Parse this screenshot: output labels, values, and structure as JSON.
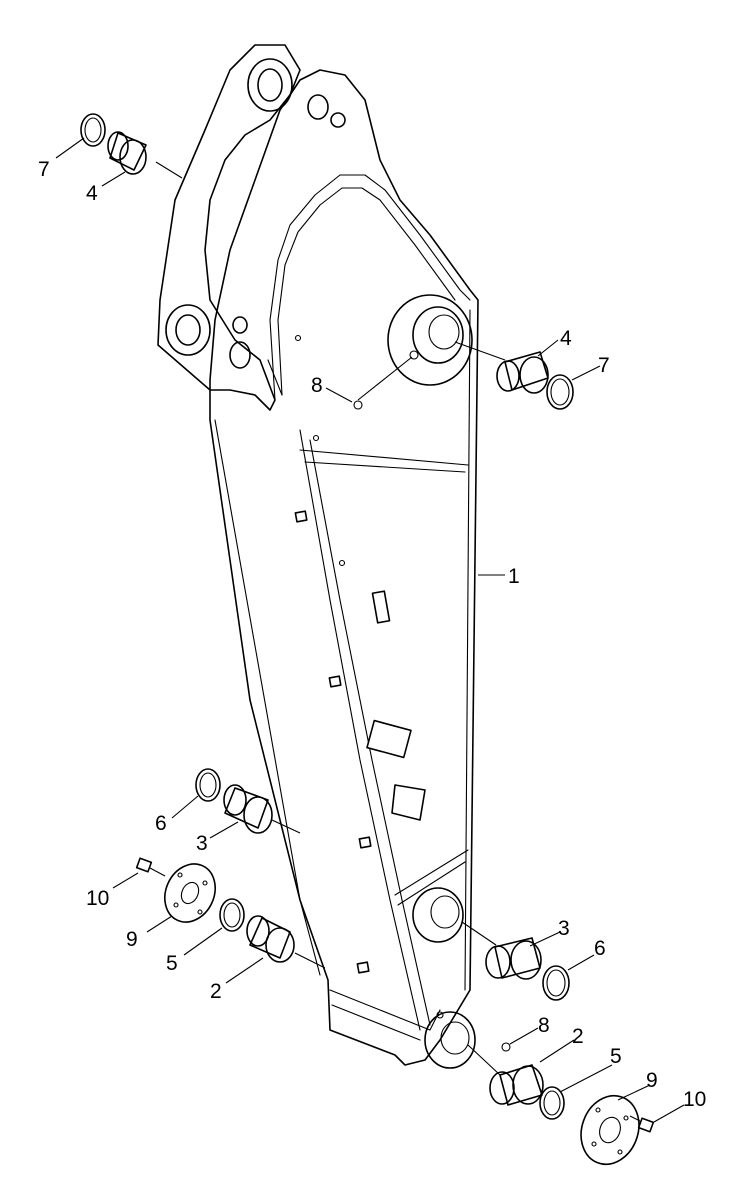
{
  "diagram": {
    "callouts": [
      "1",
      "2",
      "2",
      "3",
      "3",
      "4",
      "4",
      "5",
      "5",
      "6",
      "6",
      "7",
      "7",
      "8",
      "8",
      "9",
      "9",
      "10",
      "10"
    ]
  }
}
